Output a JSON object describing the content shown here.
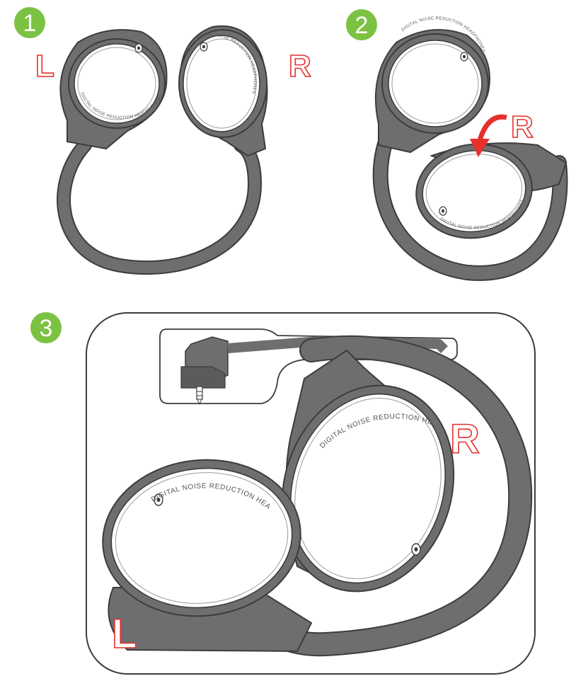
{
  "steps": [
    {
      "number": "1",
      "left_label": "L",
      "right_label": "R"
    },
    {
      "number": "2",
      "right_label": "R"
    },
    {
      "number": "3",
      "left_label": "L",
      "right_label": "R"
    }
  ],
  "cup_print": "DIGITAL NOISE REDUCTION HEADPHONES",
  "colors": {
    "badge": "#7cc242",
    "frame": "#6d6e70",
    "outline": "#3c3c3c",
    "label": "#e5302c",
    "arrow": "#e5302c"
  }
}
